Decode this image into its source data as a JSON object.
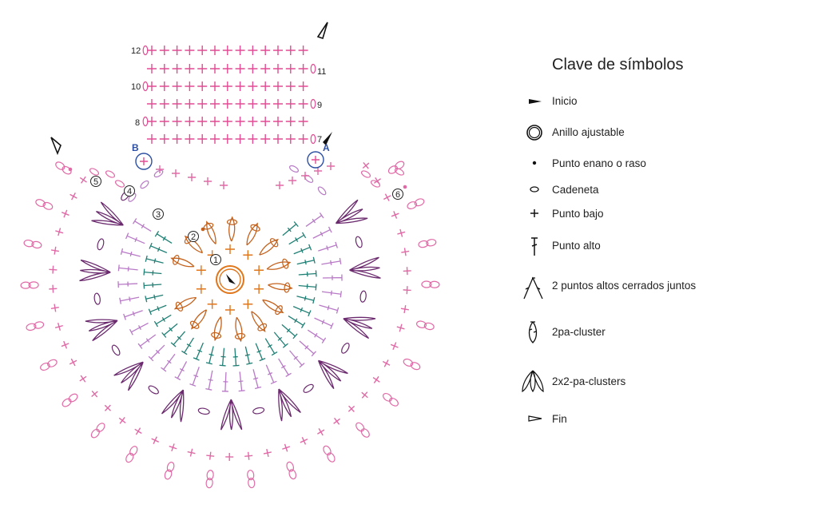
{
  "diagram": {
    "row_labels": {
      "r12": "12",
      "r11": "11",
      "r10": "10",
      "r9": "9",
      "r8": "8",
      "r7": "7",
      "r1": "1",
      "r2": "2",
      "r3": "3",
      "r4": "4",
      "r5": "5",
      "r6": "6"
    },
    "markers": {
      "A": "A",
      "B": "B"
    },
    "colors": {
      "round1": "#e0751a",
      "round2": "#c4621d",
      "round3": "#1f7f74",
      "round4": "#b87ac6",
      "round5": "#6b2a6e",
      "round6": "#e06aa6",
      "rows": "#e04c93",
      "marker": "#2c4fa3",
      "start": "#111111"
    }
  },
  "key": {
    "title": "Clave de símbolos",
    "items": [
      {
        "icon": "start-arrow-icon",
        "label": "Inicio"
      },
      {
        "icon": "magic-ring-icon",
        "label": "Anillo ajustable"
      },
      {
        "icon": "slip-stitch-dot-icon",
        "label": "Punto enano o raso"
      },
      {
        "icon": "chain-oval-icon",
        "label": "Cadeneta"
      },
      {
        "icon": "single-crochet-plus-icon",
        "label": "Punto bajo"
      },
      {
        "icon": "double-crochet-icon",
        "label": "Punto alto"
      },
      {
        "icon": "dc2tog-icon",
        "label": "2 puntos altos cerrados juntos"
      },
      {
        "icon": "cluster-2dc-icon",
        "label": "2pa-cluster"
      },
      {
        "icon": "cluster-2x2dc-icon",
        "label": "2x2-pa-clusters"
      },
      {
        "icon": "end-arrow-icon",
        "label": "Fin"
      }
    ]
  }
}
